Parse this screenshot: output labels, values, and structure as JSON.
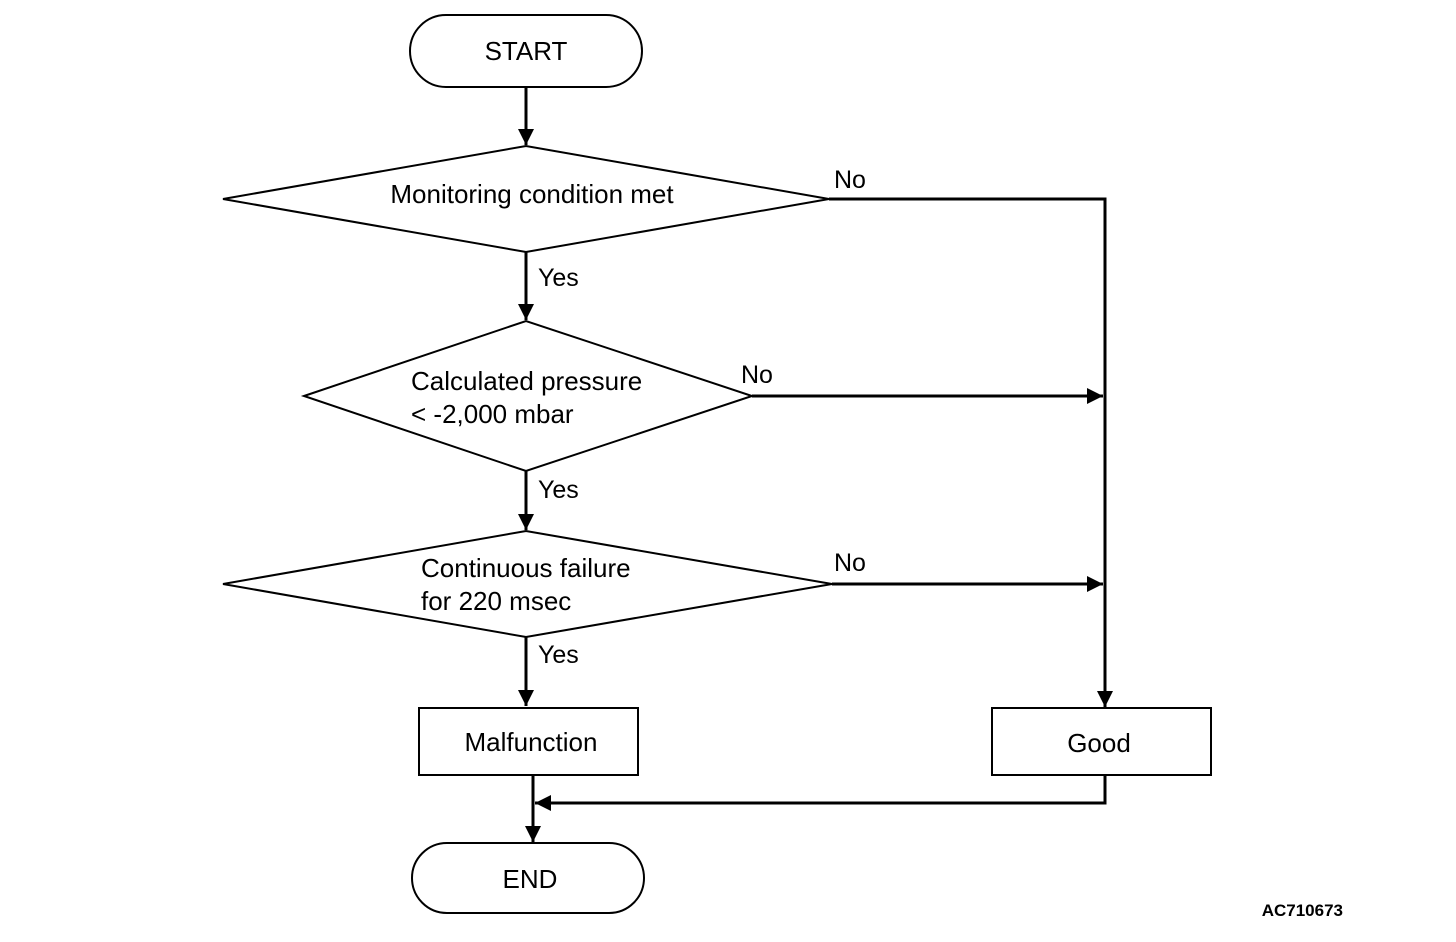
{
  "nodes": {
    "start": "START",
    "monitoring": [
      "Monitoring condition met"
    ],
    "pressure": [
      "Calculated pressure",
      "< -2,000 mbar"
    ],
    "continuous": [
      "Continuous failure",
      "for 220 msec"
    ],
    "malfunction": "Malfunction",
    "good": "Good",
    "end": "END"
  },
  "edges": {
    "monitoring_yes": "Yes",
    "monitoring_no": "No",
    "pressure_yes": "Yes",
    "pressure_no": "No",
    "continuous_yes": "Yes",
    "continuous_no": "No"
  },
  "figure_code": "AC710673"
}
